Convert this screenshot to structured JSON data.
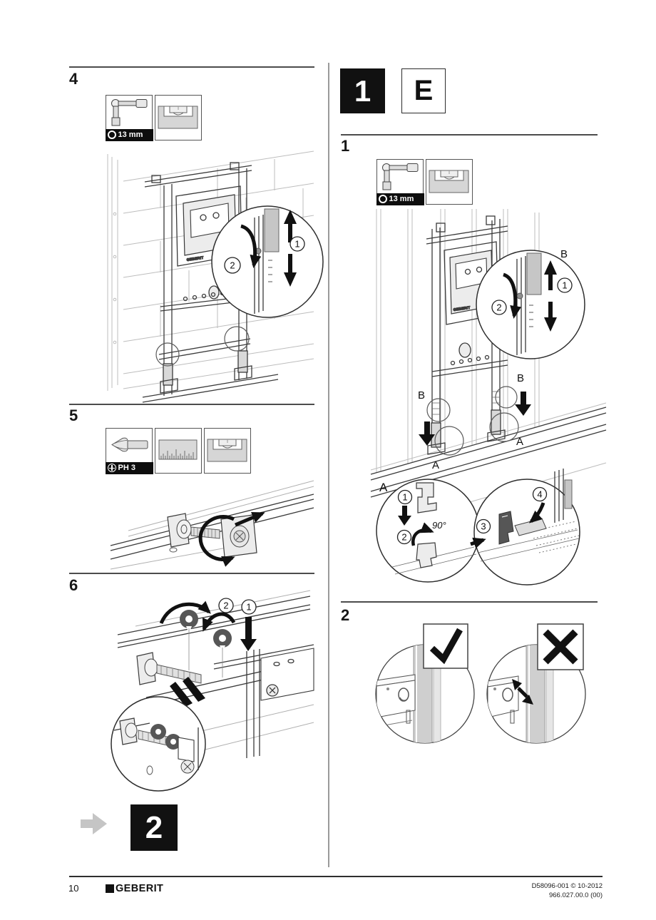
{
  "header": {
    "step_box": "1",
    "variant_box": "E"
  },
  "sections": {
    "s4": {
      "number": "4",
      "tool_badge": "13 mm",
      "callout_up_down": "1",
      "callout_rotate": "2"
    },
    "s5": {
      "number": "5",
      "tool_badge": "PH 3"
    },
    "s6": {
      "number": "6",
      "callout_rotate": "2",
      "callout_press": "1"
    },
    "r1": {
      "number": "1",
      "tool_badge": "13 mm",
      "label_b_top": "B",
      "label_b_left": "B",
      "label_b_right": "B",
      "label_a_left": "A",
      "label_a_right": "A",
      "label_a_detail": "A",
      "zoom_callout_up_down": "1",
      "zoom_callout_rotate": "2",
      "a_callout_insert": "1",
      "a_callout_rotate": "2",
      "angle": "90°",
      "a_callout_slide": "3",
      "a_callout_clamp": "4"
    },
    "r2": {
      "number": "2"
    }
  },
  "nav": {
    "next_step": "2"
  },
  "drawing": {
    "frame_brand": "GEBERIT"
  },
  "footer": {
    "page_number": "10",
    "brand": "GEBERIT",
    "doc_ref_line1": "D58096-001 © 10-2012",
    "doc_ref_line2": "966.027.00.0 (00)"
  },
  "icons": {
    "socket_wrench": "socket-wrench-icon",
    "spirit_level": "spirit-level-icon",
    "phillips_bit": "phillips-bit-icon",
    "ruler": "ruler-icon",
    "socket_ring": "socket-ring-icon",
    "phillips_cross": "phillips-cross-icon",
    "check": "check-icon",
    "cross": "cross-icon",
    "next_arrow": "next-arrow-icon"
  },
  "colors": {
    "ink": "#161616",
    "badge_bg": "#0d0d0d",
    "wall_line": "#bdbdbd",
    "divider": "#9a9a9a",
    "tool_fill": "#d6d6d6",
    "nav_arrow": "#c5c5c5"
  }
}
